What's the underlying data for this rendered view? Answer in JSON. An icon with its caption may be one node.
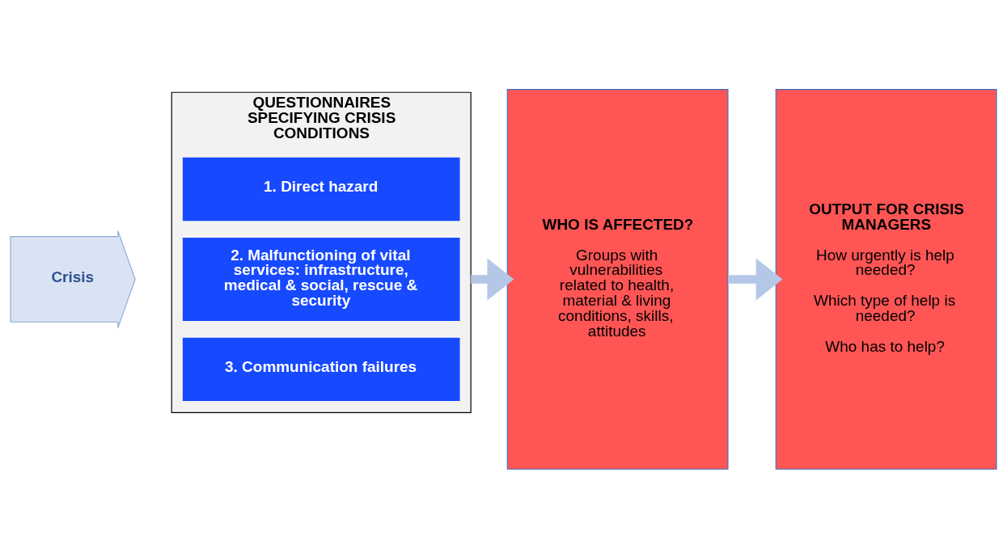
{
  "diagram": {
    "nodes": [
      {
        "text": [
          "Crisis"
        ]
      },
      {
        "text": [
          "QUESTIONNAIRES SPECIFYING CRISIS CONDITIONS"
        ]
      },
      {
        "text": [
          "1. Direct hazard"
        ],
        "in": 1
      },
      {
        "text": [
          "2. Malfunctioning of vital services: infrastructure, medical & social, rescue & security"
        ],
        "in": 1
      },
      {
        "text": [
          "3. Communication failures"
        ],
        "in": 1
      },
      {
        "text": [
          "WHO IS AFFECTED?",
          "Groups with vulnerabilities related to health, material & living conditions, skills, attitudes"
        ]
      },
      {
        "text": [
          "OUTPUT FOR CRISIS MANAGERS",
          "How urgently is help needed?",
          "Which type of help is needed?",
          "Who has to help?"
        ]
      }
    ],
    "edges": [
      {
        "from": 1,
        "to": 5,
        "arrow": "to"
      },
      {
        "from": 5,
        "to": 6,
        "arrow": "to"
      }
    ]
  }
}
